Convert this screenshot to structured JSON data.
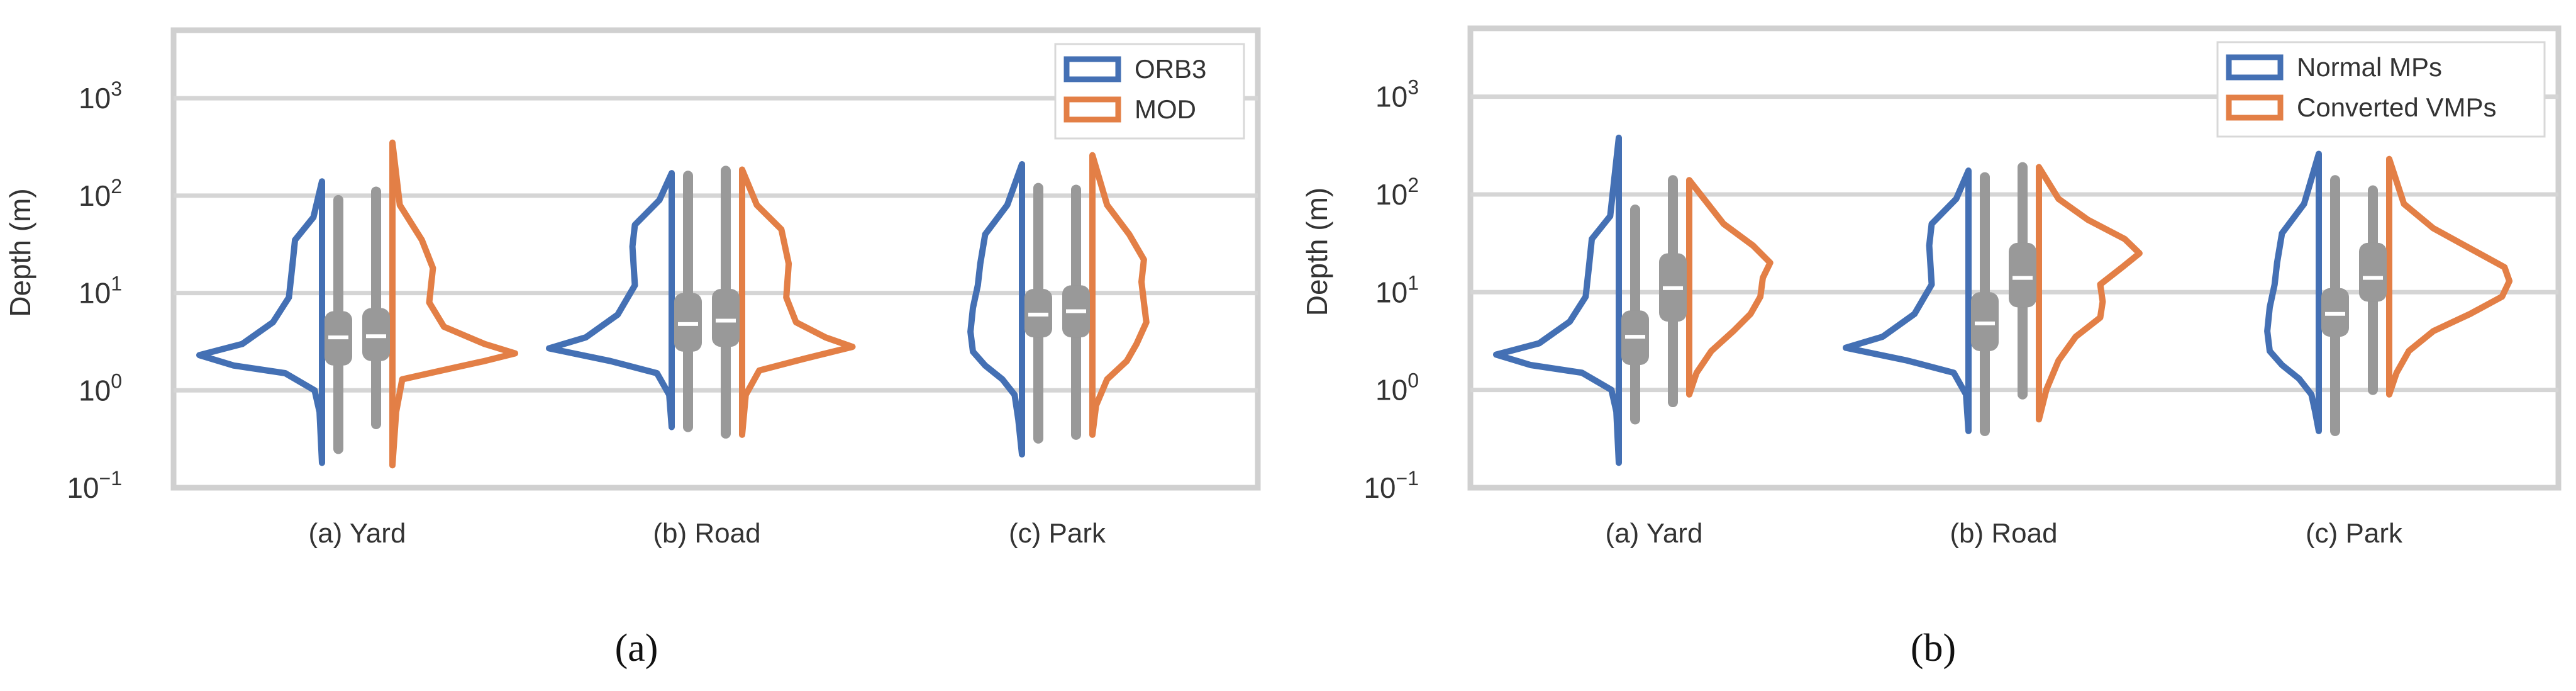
{
  "chart_data": [
    {
      "type": "violin",
      "caption": "(a)",
      "ylabel": "Depth (m)",
      "yscale": "log",
      "ylim": [
        0.1,
        5000
      ],
      "yticks": [
        {
          "value": 0.1,
          "base": "10",
          "exp": "−1"
        },
        {
          "value": 1,
          "base": "10",
          "exp": "0"
        },
        {
          "value": 10,
          "base": "10",
          "exp": "1"
        },
        {
          "value": 100,
          "base": "10",
          "exp": "2"
        },
        {
          "value": 1000,
          "base": "10",
          "exp": "3"
        }
      ],
      "grid": true,
      "legend_position": "top-right",
      "categories": [
        "(a) Yard",
        "(b) Road",
        "(c) Park"
      ],
      "series": [
        {
          "name": "ORB3",
          "color": "#4470b4",
          "side": "left",
          "groups": [
            {
              "min": 0.18,
              "max": 140,
              "median": 3.5,
              "q1": 1.8,
              "q3": 6.5,
              "wlo": 0.25,
              "whi": 90,
              "profile": [
                [
                  0.18,
                  0
                ],
                [
                  0.6,
                  0.02
                ],
                [
                  1.0,
                  0.06
                ],
                [
                  1.5,
                  0.3
                ],
                [
                  1.8,
                  0.72
                ],
                [
                  2.3,
                  1.0
                ],
                [
                  3,
                  0.65
                ],
                [
                  5,
                  0.4
                ],
                [
                  9,
                  0.27
                ],
                [
                  20,
                  0.24
                ],
                [
                  35,
                  0.22
                ],
                [
                  60,
                  0.07
                ],
                [
                  140,
                  0
                ]
              ]
            },
            {
              "min": 0.42,
              "max": 170,
              "median": 4.8,
              "q1": 2.5,
              "q3": 10,
              "wlo": 0.42,
              "whi": 160,
              "profile": [
                [
                  0.42,
                  0
                ],
                [
                  0.9,
                  0.02
                ],
                [
                  1.5,
                  0.12
                ],
                [
                  2,
                  0.5
                ],
                [
                  2.7,
                  1.0
                ],
                [
                  3.5,
                  0.7
                ],
                [
                  6,
                  0.44
                ],
                [
                  12,
                  0.3
                ],
                [
                  30,
                  0.32
                ],
                [
                  50,
                  0.3
                ],
                [
                  90,
                  0.1
                ],
                [
                  170,
                  0
                ]
              ]
            },
            {
              "min": 0.22,
              "max": 210,
              "median": 6.0,
              "q1": 3.5,
              "q3": 11,
              "wlo": 0.32,
              "whi": 120,
              "profile": [
                [
                  0.22,
                  0
                ],
                [
                  0.5,
                  0.03
                ],
                [
                  0.9,
                  0.06
                ],
                [
                  1.3,
                  0.16
                ],
                [
                  1.8,
                  0.3
                ],
                [
                  2.5,
                  0.4
                ],
                [
                  4,
                  0.42
                ],
                [
                  7,
                  0.4
                ],
                [
                  12,
                  0.36
                ],
                [
                  20,
                  0.34
                ],
                [
                  40,
                  0.3
                ],
                [
                  80,
                  0.12
                ],
                [
                  210,
                  0
                ]
              ]
            }
          ]
        },
        {
          "name": "MOD",
          "color": "#e37f46",
          "side": "right",
          "groups": [
            {
              "min": 0.17,
              "max": 350,
              "median": 3.6,
              "q1": 2.0,
              "q3": 7,
              "wlo": 0.45,
              "whi": 110,
              "profile": [
                [
                  0.17,
                  0
                ],
                [
                  0.6,
                  0.03
                ],
                [
                  1.3,
                  0.08
                ],
                [
                  1.6,
                  0.4
                ],
                [
                  2,
                  0.75
                ],
                [
                  2.4,
                  1.0
                ],
                [
                  3,
                  0.75
                ],
                [
                  4.5,
                  0.42
                ],
                [
                  8,
                  0.3
                ],
                [
                  18,
                  0.33
                ],
                [
                  35,
                  0.24
                ],
                [
                  80,
                  0.06
                ],
                [
                  350,
                  0
                ]
              ]
            },
            {
              "min": 0.35,
              "max": 185,
              "median": 5.2,
              "q1": 2.8,
              "q3": 11,
              "wlo": 0.36,
              "whi": 180,
              "profile": [
                [
                  0.35,
                  0
                ],
                [
                  0.9,
                  0.03
                ],
                [
                  1.6,
                  0.14
                ],
                [
                  2.1,
                  0.5
                ],
                [
                  2.8,
                  0.9
                ],
                [
                  3.5,
                  0.68
                ],
                [
                  5,
                  0.44
                ],
                [
                  9,
                  0.36
                ],
                [
                  20,
                  0.38
                ],
                [
                  45,
                  0.32
                ],
                [
                  80,
                  0.12
                ],
                [
                  185,
                  0
                ]
              ]
            },
            {
              "min": 0.35,
              "max": 260,
              "median": 6.5,
              "q1": 3.5,
              "q3": 12,
              "wlo": 0.35,
              "whi": 115,
              "profile": [
                [
                  0.35,
                  0
                ],
                [
                  0.7,
                  0.03
                ],
                [
                  1.3,
                  0.12
                ],
                [
                  2,
                  0.28
                ],
                [
                  3,
                  0.36
                ],
                [
                  5,
                  0.44
                ],
                [
                  8,
                  0.42
                ],
                [
                  13,
                  0.4
                ],
                [
                  22,
                  0.42
                ],
                [
                  40,
                  0.3
                ],
                [
                  80,
                  0.12
                ],
                [
                  260,
                  0
                ]
              ]
            }
          ]
        }
      ]
    },
    {
      "type": "violin",
      "caption": "(b)",
      "ylabel": "Depth (m)",
      "yscale": "log",
      "ylim": [
        0.1,
        5000
      ],
      "yticks": [
        {
          "value": 0.1,
          "base": "10",
          "exp": "−1"
        },
        {
          "value": 1,
          "base": "10",
          "exp": "0"
        },
        {
          "value": 10,
          "base": "10",
          "exp": "1"
        },
        {
          "value": 100,
          "base": "10",
          "exp": "2"
        },
        {
          "value": 1000,
          "base": "10",
          "exp": "3"
        }
      ],
      "grid": true,
      "legend_position": "top-right",
      "categories": [
        "(a) Yard",
        "(b) Road",
        "(c) Park"
      ],
      "series": [
        {
          "name": "Normal MPs",
          "color": "#4470b4",
          "side": "left",
          "groups": [
            {
              "min": 0.18,
              "max": 380,
              "median": 3.5,
              "q1": 1.8,
              "q3": 6.5,
              "wlo": 0.5,
              "whi": 70,
              "profile": [
                [
                  0.18,
                  0
                ],
                [
                  0.6,
                  0.02
                ],
                [
                  1.0,
                  0.06
                ],
                [
                  1.5,
                  0.3
                ],
                [
                  1.8,
                  0.72
                ],
                [
                  2.3,
                  1.0
                ],
                [
                  3,
                  0.65
                ],
                [
                  5,
                  0.4
                ],
                [
                  9,
                  0.27
                ],
                [
                  20,
                  0.24
                ],
                [
                  35,
                  0.22
                ],
                [
                  60,
                  0.07
                ],
                [
                  380,
                  0
                ]
              ]
            },
            {
              "min": 0.38,
              "max": 175,
              "median": 4.8,
              "q1": 2.5,
              "q3": 10,
              "wlo": 0.38,
              "whi": 150,
              "profile": [
                [
                  0.38,
                  0
                ],
                [
                  0.9,
                  0.02
                ],
                [
                  1.5,
                  0.12
                ],
                [
                  2,
                  0.5
                ],
                [
                  2.7,
                  1.0
                ],
                [
                  3.5,
                  0.7
                ],
                [
                  6,
                  0.44
                ],
                [
                  12,
                  0.3
                ],
                [
                  30,
                  0.32
                ],
                [
                  50,
                  0.3
                ],
                [
                  90,
                  0.1
                ],
                [
                  175,
                  0
                ]
              ]
            },
            {
              "min": 0.38,
              "max": 260,
              "median": 6.0,
              "q1": 3.5,
              "q3": 11,
              "wlo": 0.38,
              "whi": 140,
              "profile": [
                [
                  0.38,
                  0
                ],
                [
                  0.6,
                  0.03
                ],
                [
                  0.9,
                  0.06
                ],
                [
                  1.3,
                  0.16
                ],
                [
                  1.8,
                  0.3
                ],
                [
                  2.5,
                  0.4
                ],
                [
                  4,
                  0.42
                ],
                [
                  7,
                  0.4
                ],
                [
                  12,
                  0.36
                ],
                [
                  20,
                  0.34
                ],
                [
                  40,
                  0.3
                ],
                [
                  80,
                  0.12
                ],
                [
                  260,
                  0
                ]
              ]
            }
          ]
        },
        {
          "name": "Converted VMPs",
          "color": "#e37f46",
          "side": "right",
          "groups": [
            {
              "min": 0.9,
              "max": 140,
              "median": 11,
              "q1": 5,
              "q3": 25,
              "wlo": 0.75,
              "whi": 140,
              "profile": [
                [
                  0.9,
                  0
                ],
                [
                  1.5,
                  0.06
                ],
                [
                  2.5,
                  0.18
                ],
                [
                  4,
                  0.36
                ],
                [
                  6,
                  0.5
                ],
                [
                  9,
                  0.58
                ],
                [
                  14,
                  0.6
                ],
                [
                  20,
                  0.66
                ],
                [
                  30,
                  0.52
                ],
                [
                  50,
                  0.28
                ],
                [
                  90,
                  0.12
                ],
                [
                  140,
                  0
                ]
              ]
            },
            {
              "min": 0.5,
              "max": 190,
              "median": 14,
              "q1": 7,
              "q3": 32,
              "wlo": 0.9,
              "whi": 190,
              "profile": [
                [
                  0.5,
                  0
                ],
                [
                  1,
                  0.06
                ],
                [
                  2,
                  0.16
                ],
                [
                  3.5,
                  0.3
                ],
                [
                  5.5,
                  0.5
                ],
                [
                  8,
                  0.52
                ],
                [
                  12,
                  0.5
                ],
                [
                  18,
                  0.68
                ],
                [
                  25,
                  0.82
                ],
                [
                  35,
                  0.7
                ],
                [
                  55,
                  0.4
                ],
                [
                  90,
                  0.16
                ],
                [
                  190,
                  0
                ]
              ]
            },
            {
              "min": 0.9,
              "max": 230,
              "median": 14,
              "q1": 8,
              "q3": 32,
              "wlo": 1.0,
              "whi": 110,
              "profile": [
                [
                  0.9,
                  0
                ],
                [
                  1.5,
                  0.06
                ],
                [
                  2.5,
                  0.16
                ],
                [
                  4,
                  0.36
                ],
                [
                  6,
                  0.66
                ],
                [
                  9,
                  0.92
                ],
                [
                  13,
                  0.98
                ],
                [
                  18,
                  0.94
                ],
                [
                  28,
                  0.66
                ],
                [
                  45,
                  0.36
                ],
                [
                  80,
                  0.12
                ],
                [
                  230,
                  0
                ]
              ]
            }
          ]
        }
      ]
    }
  ],
  "style": {
    "box_color": "#999999",
    "median_color": "#ffffff",
    "grid_color": "#d5d5d5",
    "frame_color": "#d0d0d0"
  }
}
